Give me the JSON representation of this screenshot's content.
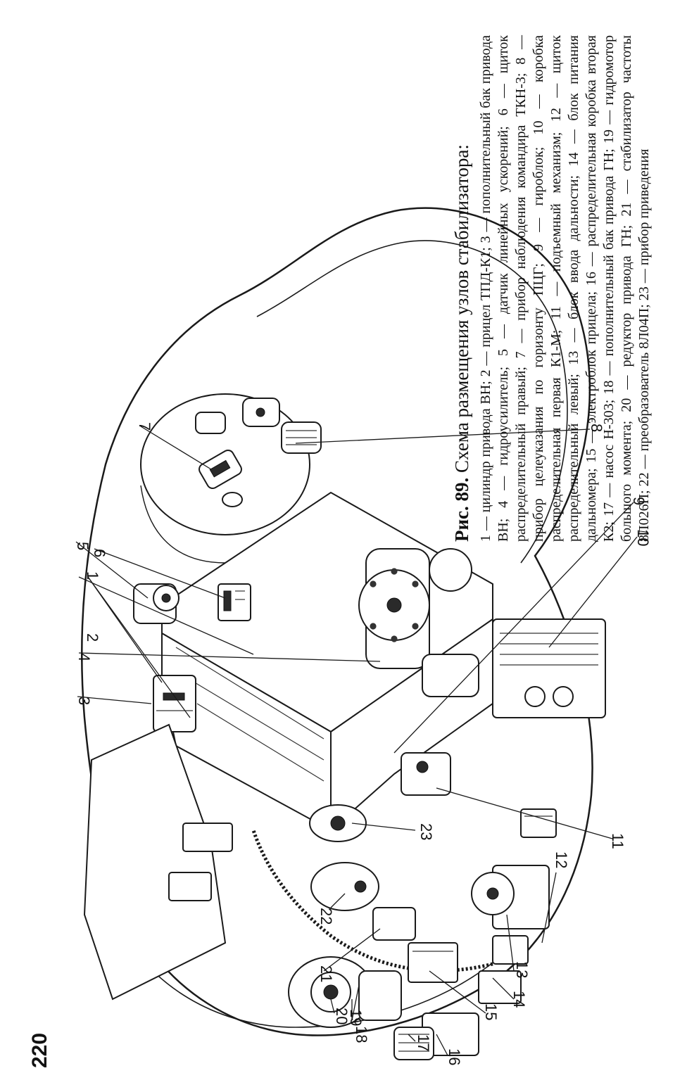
{
  "caption": {
    "fig_label": "Рис. 89.",
    "title": "Схема размещения узлов стабилизатора:",
    "legend": "1 — цилиндр привода ВН; 2 — прицел ТПД-К1; 3 — пополнительный бак привода ВН; 4 — гидроусилитель; 5 — датчик линейных ускорений; 6 — щиток распределительный правый; 7 — прибор наблюдения командира ТКН-3; 8 — прибор целеуказания по горизонту ПЦГ; 9 — гироблок; 10 — коробка распределительная первая К1-М; 11 — подъемный механизм; 12 — щиток распределительный левый; 13 — блок ввода дальности; 14 — блок питания дальномера; 15 — электроблок прицела; 16 — распределительная коробка вторая К2; 17 — насос Н-303; 18 — пополнительный бак привода ГН; 19 — гидромотор большого момента; 20 — редуктор привода ГН; 21 — стабилизатор частоты 8Л026П; 22 — преобразователь 8Л04П; 23 — прибор приведения"
  },
  "callouts": [
    "1",
    "2",
    "3",
    "4",
    "5",
    "6",
    "7",
    "8",
    "9",
    "10",
    "11",
    "12",
    "13",
    "14",
    "15",
    "16",
    "17",
    "18",
    "19",
    "20",
    "21",
    "22",
    "23"
  ],
  "page_number": "220"
}
